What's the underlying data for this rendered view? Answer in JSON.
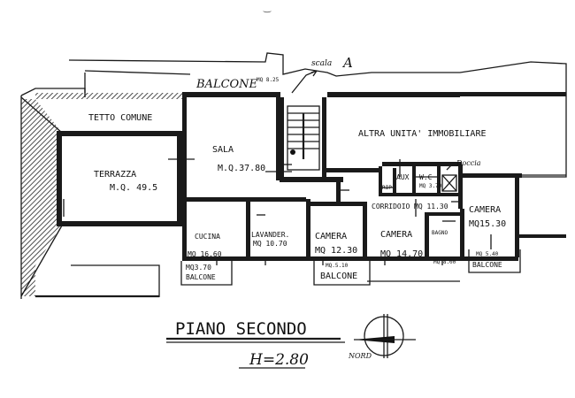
{
  "plan": {
    "title": "PIANO SECONDO",
    "height_note": "H=2.80",
    "stair_label": "scala",
    "stair_letter": "A",
    "north_label": "NORD"
  },
  "rooms": {
    "tetto": {
      "name": "TETTO COMUNE",
      "area": ""
    },
    "terrazza": {
      "name": "TERRAZZA",
      "area": "M.Q. 49.5"
    },
    "sala": {
      "name": "SALA",
      "area": "M.Q.37.80"
    },
    "balcone_top": {
      "name": "BALCONE",
      "area": "MQ 8.25"
    },
    "altra": {
      "name": "ALTRA UNITA' IMMOBILIARE",
      "area": ""
    },
    "cucina": {
      "name": "CUCINA",
      "area": "MQ 16.60"
    },
    "lavander": {
      "name": "LAVANDER.",
      "area": "MQ 10.70"
    },
    "camera1": {
      "name": "CAMERA",
      "area": "MQ 12.30"
    },
    "camera2": {
      "name": "CAMERA",
      "area": "MQ 14.70"
    },
    "bagno": {
      "name": "BAGNO",
      "area": "MQ 8.00"
    },
    "camera3": {
      "name": "CAMERA",
      "area": "MQ15.30"
    },
    "corridoio": {
      "name": "CORRIDOIO",
      "area": "MQ 11.30"
    },
    "wc": {
      "name": "W.C",
      "area": "MQ 3.70"
    },
    "aux": {
      "name": "AUX",
      "area": ""
    },
    "rip": {
      "name": "RIP",
      "area": ""
    },
    "doccia": {
      "name": "Doccia",
      "area": ""
    },
    "balcone_left": {
      "name": "BALCONE",
      "area": "MQ3.70"
    },
    "balcone_mid": {
      "name": "BALCONE",
      "area": "MQ.5.10"
    },
    "balcone_right": {
      "name": "BALCONE",
      "area": "MQ 5.40"
    }
  }
}
